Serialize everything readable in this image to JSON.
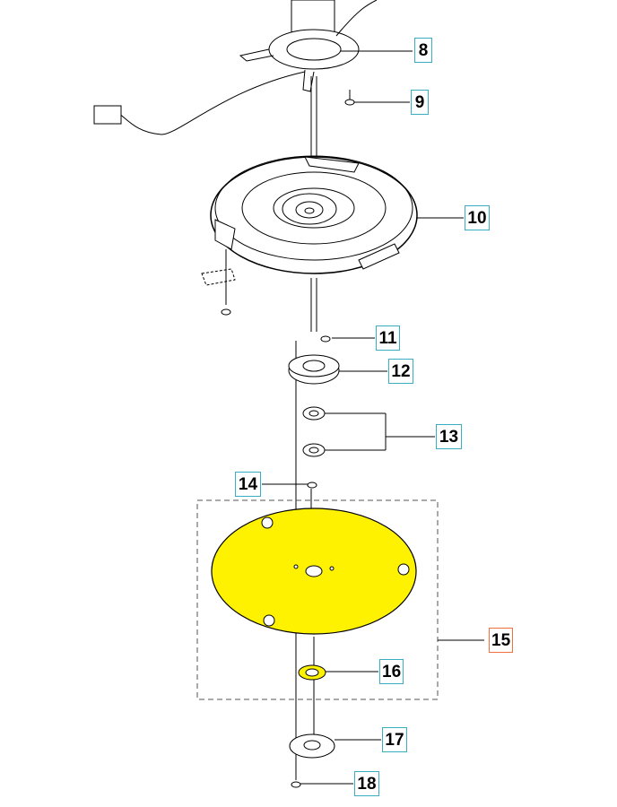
{
  "diagram": {
    "callouts": [
      {
        "id": "8",
        "label": "8",
        "part": "top-mount-with-cable"
      },
      {
        "id": "9",
        "label": "9",
        "part": "screw"
      },
      {
        "id": "10",
        "label": "10",
        "part": "cover-disc"
      },
      {
        "id": "11",
        "label": "11",
        "part": "screw"
      },
      {
        "id": "12",
        "label": "12",
        "part": "bearing-housing"
      },
      {
        "id": "13",
        "label": "13",
        "part": "ball-bearings"
      },
      {
        "id": "14",
        "label": "14",
        "part": "screw"
      },
      {
        "id": "15",
        "label": "15",
        "part": "blade-disc-kit"
      },
      {
        "id": "16",
        "label": "16",
        "part": "washer"
      },
      {
        "id": "17",
        "label": "17",
        "part": "bottom-plate"
      },
      {
        "id": "18",
        "label": "18",
        "part": "screw"
      }
    ],
    "colors": {
      "highlight": "#fff200",
      "callout_border": "#3aaec0",
      "kit_border": "#f07040"
    }
  }
}
